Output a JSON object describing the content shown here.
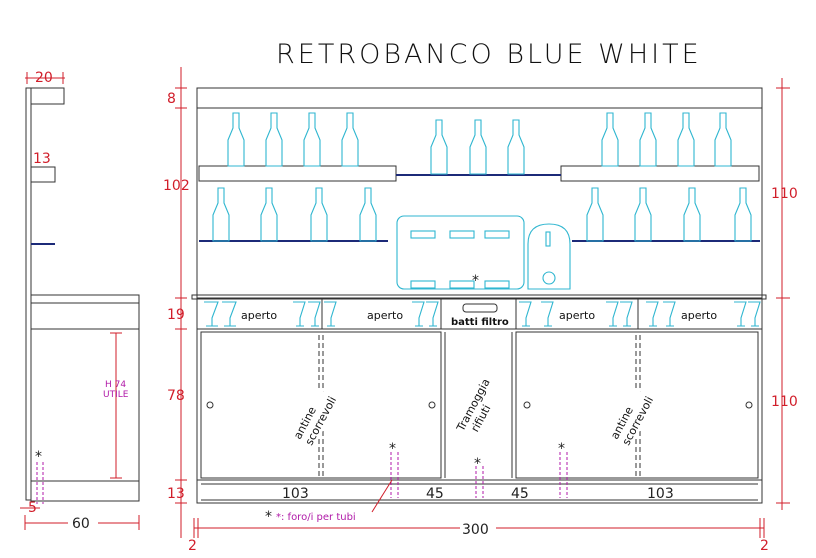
{
  "title": "RETROBANCO BLUE WHITE",
  "side_view": {
    "top_dim": "20",
    "shelf_dim": "13",
    "height_label_line1": "H 74",
    "height_label_line2": "UTILE",
    "depth_dim": "60",
    "hole_mark": "*"
  },
  "front_view": {
    "left_dims": [
      "8",
      "102",
      "19",
      "78",
      "13"
    ],
    "right_dims": [
      "110",
      "110"
    ],
    "bottom_dims": [
      "103",
      "45",
      "45",
      "103"
    ],
    "total_width": "300",
    "overhang_left": "2",
    "overhang_right": "2",
    "compartments": [
      "aperto",
      "aperto",
      "aperto",
      "aperto"
    ],
    "filter_label": "batti filtro",
    "sliding_doors_left": [
      "antine",
      "scorrevoli"
    ],
    "sliding_doors_right": [
      "antine",
      "scorrevoli"
    ],
    "hopper": [
      "Tramoggia",
      "rifiuti"
    ],
    "pipe_note": "*: foro/i per tubi",
    "hole_mark": "*"
  },
  "colors": {
    "dimension": "#d11e2a",
    "bottles": "#2fb6d0",
    "shelf_edge": "#1c2a78",
    "notes": "#b01aa8",
    "outline": "#333333"
  }
}
